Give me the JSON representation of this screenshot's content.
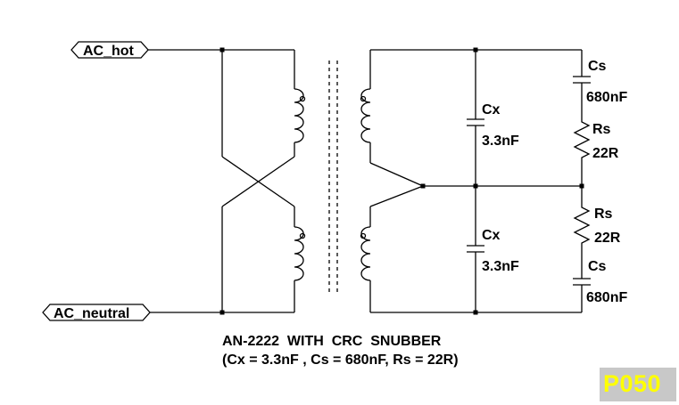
{
  "ports": {
    "hot": "AC_hot",
    "neutral": "AC_neutral"
  },
  "components": {
    "cx_top": {
      "name": "Cx",
      "value": "3.3nF"
    },
    "cx_bottom": {
      "name": "Cx",
      "value": "3.3nF"
    },
    "cs_top": {
      "name": "Cs",
      "value": "680nF"
    },
    "rs_top": {
      "name": "Rs",
      "value": "22R"
    },
    "rs_bottom": {
      "name": "Rs",
      "value": "22R"
    },
    "cs_bottom": {
      "name": "Cs",
      "value": "680nF"
    }
  },
  "caption": {
    "line1": "AN-2222  WITH  CRC  SNUBBER",
    "line2": "(Cx = 3.3nF , Cs = 680nF, Rs = 22R)"
  },
  "badge": {
    "text": "P050",
    "color": "#ffff00",
    "background": "#c8c8c8"
  }
}
